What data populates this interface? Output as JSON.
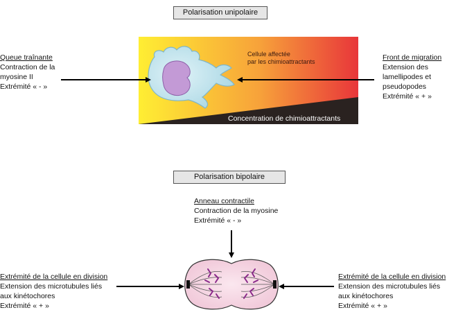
{
  "unipolar": {
    "title": "Polarisation unipolaire",
    "cell_label_line1": "Cellule affectée",
    "cell_label_line2": "par les chimioattractants",
    "gradient_label": "Concentration de chimioattractants",
    "left": {
      "heading": "Queue traînante",
      "lines": [
        "Contraction de la",
        "myosine II",
        "Extrémité « - »"
      ]
    },
    "right": {
      "heading": "Front de migration",
      "lines": [
        "Extension des",
        "lamellipodes et",
        "pseudopodes",
        "Extrémité « + »"
      ]
    }
  },
  "bipolar": {
    "title": "Polarisation bipolaire",
    "top": {
      "heading": "Anneau contractile",
      "lines": [
        "Contraction de la myosine",
        "Extrémité « - »"
      ]
    },
    "left": {
      "heading": "Extrémité de la cellule en division",
      "lines": [
        "Extension des microtubules liés",
        "aux kinétochores",
        "Extrémité « + »"
      ]
    },
    "right": {
      "heading": "Extrémité de la cellule en division",
      "lines": [
        "Extension des microtubules liés",
        "aux kinétochores",
        "Extrémité « + »"
      ]
    }
  },
  "colors": {
    "gradient_start": "#ffee33",
    "gradient_mid": "#f7a23a",
    "gradient_end": "#e8363a",
    "cell_fill": "#bfe3ec",
    "nucleus_fill": "#c39ad6",
    "dividing_cell_fill": "#f6d9e6",
    "chromosome": "#8a2a8a"
  }
}
